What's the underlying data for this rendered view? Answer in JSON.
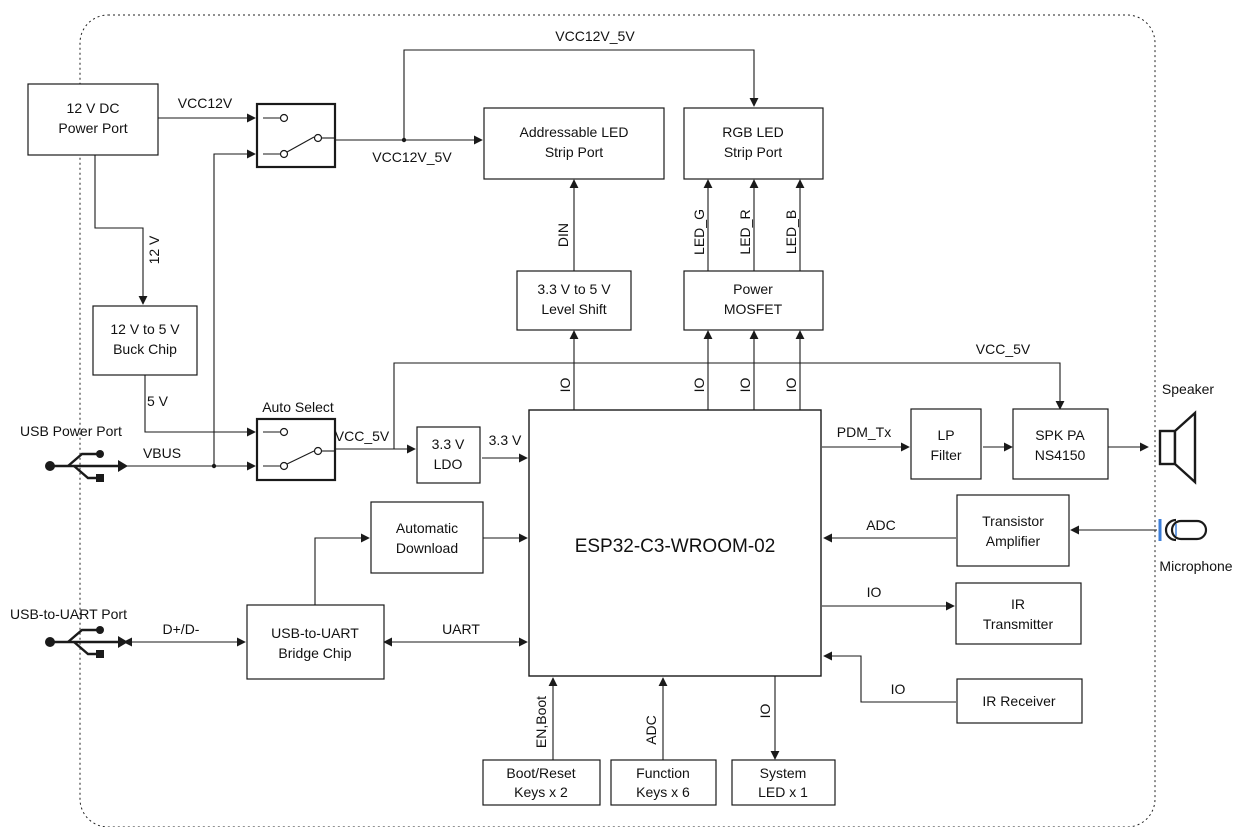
{
  "blocks": {
    "dc_power_port": [
      "12 V DC",
      "Power Port"
    ],
    "buck_chip": [
      "12 V to 5 V",
      "Buck Chip"
    ],
    "addressable_led": [
      "Addressable LED",
      "Strip Port"
    ],
    "rgb_led": [
      "RGB LED",
      "Strip Port"
    ],
    "level_shift": [
      "3.3 V to 5 V",
      "Level Shift"
    ],
    "power_mosfet": [
      "Power",
      "MOSFET"
    ],
    "ldo": [
      "3.3 V",
      "LDO"
    ],
    "auto_download": [
      "Automatic",
      "Download"
    ],
    "esp32": "ESP32-C3-WROOM-02",
    "lp_filter": [
      "LP",
      "Filter"
    ],
    "spk_pa": [
      "SPK PA",
      "NS4150"
    ],
    "transistor_amp": [
      "Transistor",
      "Amplifier"
    ],
    "ir_transmitter": [
      "IR",
      "Transmitter"
    ],
    "ir_receiver": "IR Receiver",
    "usb_uart_bridge": [
      "USB-to-UART",
      "Bridge Chip"
    ],
    "boot_reset_keys": [
      "Boot/Reset",
      "Keys x 2"
    ],
    "function_keys": [
      "Function",
      "Keys x 6"
    ],
    "system_led": [
      "System",
      "LED x 1"
    ]
  },
  "labels": {
    "vcc12v_5v_top": "VCC12V_5V",
    "vcc12v": "VCC12V",
    "vcc12v_5v": "VCC12V_5V",
    "v12": "12 V",
    "v5": "5 V",
    "usb_power_port": "USB Power Port",
    "vbus": "VBUS",
    "auto_select": "Auto Select",
    "vcc_5v_left": "VCC_5V",
    "v33": "3.3 V",
    "vcc_5v_top": "VCC_5V",
    "din": "DIN",
    "led_g": "LED_G",
    "led_r": "LED_R",
    "led_b": "LED_B",
    "io_level": "IO",
    "io_g": "IO",
    "io_r": "IO",
    "io_b": "IO",
    "pdm_tx": "PDM_Tx",
    "speaker": "Speaker",
    "adc_mic": "ADC",
    "microphone": "Microphone",
    "io_ir_tx": "IO",
    "io_ir_rx": "IO",
    "usb_uart_port": "USB-to-UART Port",
    "dp_dm": "D+/D-",
    "uart": "UART",
    "en_boot": "EN,Boot",
    "adc_keys": "ADC",
    "io_led": "IO"
  },
  "icons": {
    "usb_power": "usb-icon",
    "usb_uart": "usb-icon",
    "speaker": "speaker-icon",
    "microphone": "microphone-icon",
    "switch_top": "switch-icon",
    "switch_auto": "switch-icon"
  }
}
